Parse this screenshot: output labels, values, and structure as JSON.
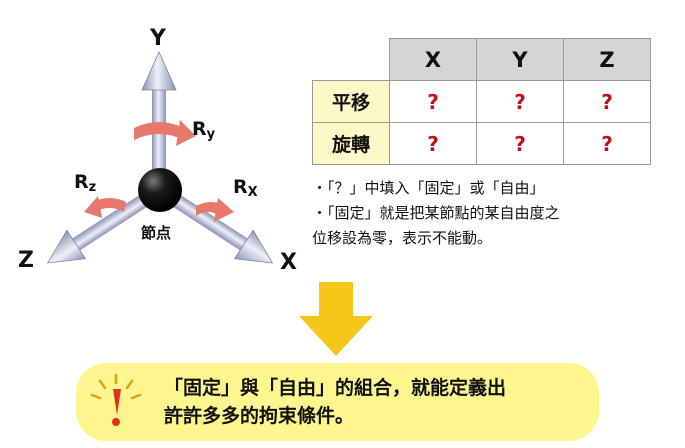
{
  "axes": {
    "y": "Y",
    "x": "X",
    "z": "Z"
  },
  "rotations": {
    "ry": {
      "base": "R",
      "sub": "y"
    },
    "rx": {
      "base": "R",
      "sub": "X"
    },
    "rz": {
      "base": "R",
      "sub": "z"
    }
  },
  "node_label": "節点",
  "table": {
    "columns": [
      "X",
      "Y",
      "Z"
    ],
    "rows": [
      {
        "label": "平移",
        "cells": [
          "?",
          "?",
          "?"
        ]
      },
      {
        "label": "旋轉",
        "cells": [
          "?",
          "?",
          "?"
        ]
      }
    ]
  },
  "notes": [
    "・「？」中填入「固定」或「自由」",
    "・「固定」就是把某節點的某自由度之",
    "位移設為零，表示不能動。"
  ],
  "callout": [
    "「固定」與「自由」的組合，就能定義出",
    "許許多多的拘束條件。"
  ],
  "colors": {
    "arrow_gradient_light": "#eef0f8",
    "arrow_gradient_dark": "#8a92b6",
    "rotation_arrow": "#e8786a",
    "node": "#111111",
    "header_fill": "#d5d5d5",
    "row_header_fill": "#fdf9c6",
    "question_mark": "#c0101a",
    "down_arrow": "#f7c61a",
    "callout_fill": "#fdf58e"
  }
}
